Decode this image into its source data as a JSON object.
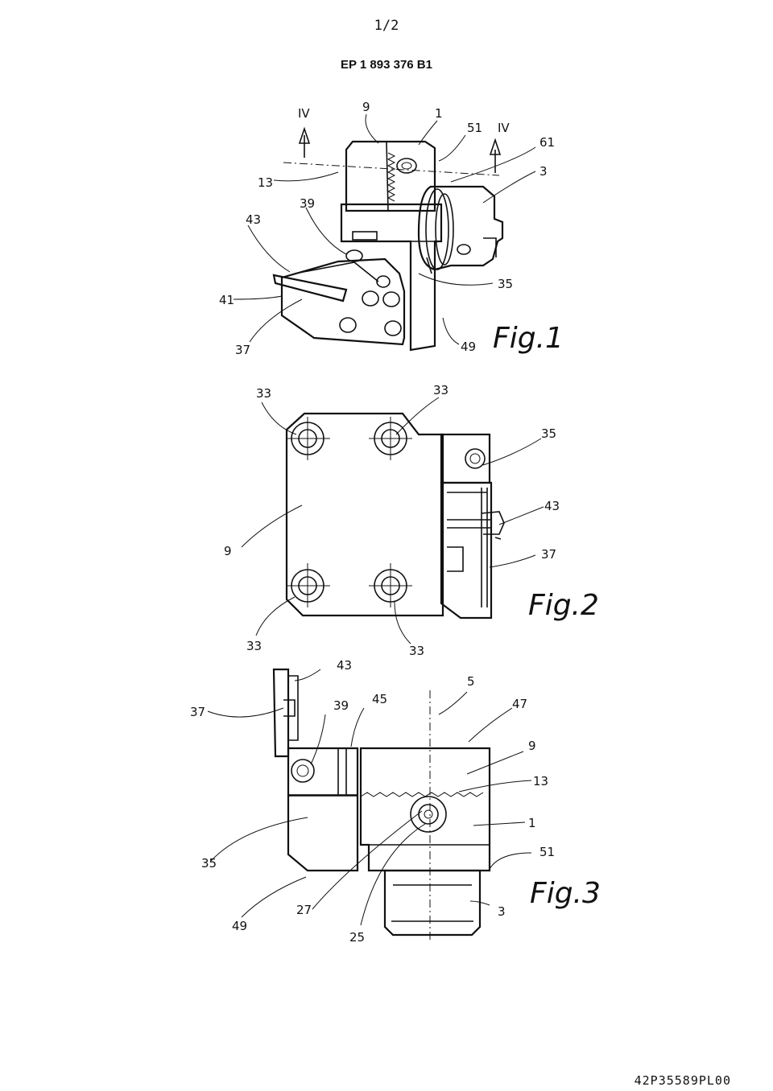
{
  "header": {
    "page_number": "1/2",
    "patent_number": "EP 1 893 376 B1"
  },
  "footer": {
    "document_code": "42P35589PL00"
  },
  "figures": [
    {
      "title": "Fig.1",
      "labels": [
        "IV",
        "9",
        "1",
        "51",
        "IV",
        "61",
        "13",
        "3",
        "39",
        "43",
        "35",
        "41",
        "37",
        "49"
      ]
    },
    {
      "title": "Fig.2",
      "labels": [
        "33",
        "33",
        "35",
        "43",
        "9",
        "37",
        "33",
        "33"
      ]
    },
    {
      "title": "Fig.3",
      "labels": [
        "43",
        "5",
        "37",
        "39",
        "45",
        "47",
        "9",
        "13",
        "1",
        "35",
        "51",
        "27",
        "3",
        "49",
        "25"
      ]
    }
  ]
}
